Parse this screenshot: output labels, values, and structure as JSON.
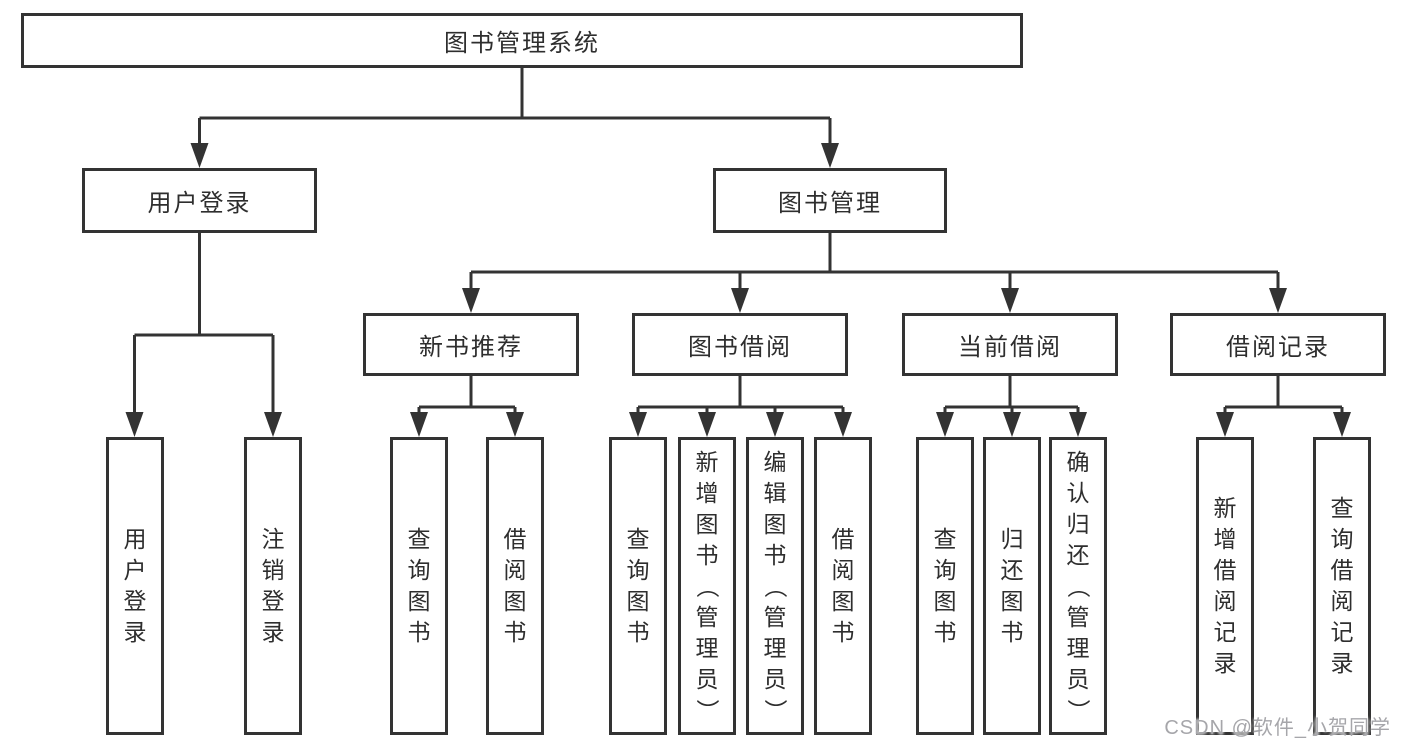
{
  "diagram": {
    "root": {
      "label": "图书管理系统"
    },
    "branches": [
      {
        "label": "用户登录",
        "children": [
          {
            "label": "用户登录"
          },
          {
            "label": "注销登录"
          }
        ]
      },
      {
        "label": "图书管理",
        "sections": [
          {
            "label": "新书推荐",
            "children": [
              {
                "label": "查询图书"
              },
              {
                "label": "借阅图书"
              }
            ]
          },
          {
            "label": "图书借阅",
            "children": [
              {
                "label": "查询图书"
              },
              {
                "label": "新增图书（管理员）"
              },
              {
                "label": "编辑图书（管理员）"
              },
              {
                "label": "借阅图书"
              }
            ]
          },
          {
            "label": "当前借阅",
            "children": [
              {
                "label": "查询图书"
              },
              {
                "label": "归还图书"
              },
              {
                "label": "确认归还（管理员）"
              }
            ]
          },
          {
            "label": "借阅记录",
            "children": [
              {
                "label": "新增借阅记录"
              },
              {
                "label": "查询借阅记录"
              }
            ]
          }
        ]
      }
    ]
  },
  "watermark": {
    "text": "CSDN @软件_小贺同学"
  },
  "colors": {
    "line": "#333333",
    "text": "#2e2e2e",
    "watermark": "#a6a6aa",
    "background": "#ffffff"
  }
}
